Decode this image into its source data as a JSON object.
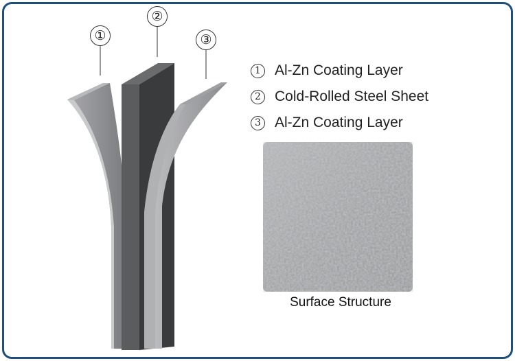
{
  "diagram": {
    "callouts": [
      "①",
      "②",
      "③"
    ],
    "legend": [
      {
        "num": "1",
        "label": "Al-Zn Coating Layer"
      },
      {
        "num": "2",
        "label": "Cold-Rolled Steel Sheet"
      },
      {
        "num": "3",
        "label": "Al-Zn Coating Layer"
      }
    ],
    "surface_caption": "Surface Structure"
  },
  "colors": {
    "frame": "#1f4e7a",
    "coating": "#8c8d90",
    "steel": "#3b3c3e"
  }
}
